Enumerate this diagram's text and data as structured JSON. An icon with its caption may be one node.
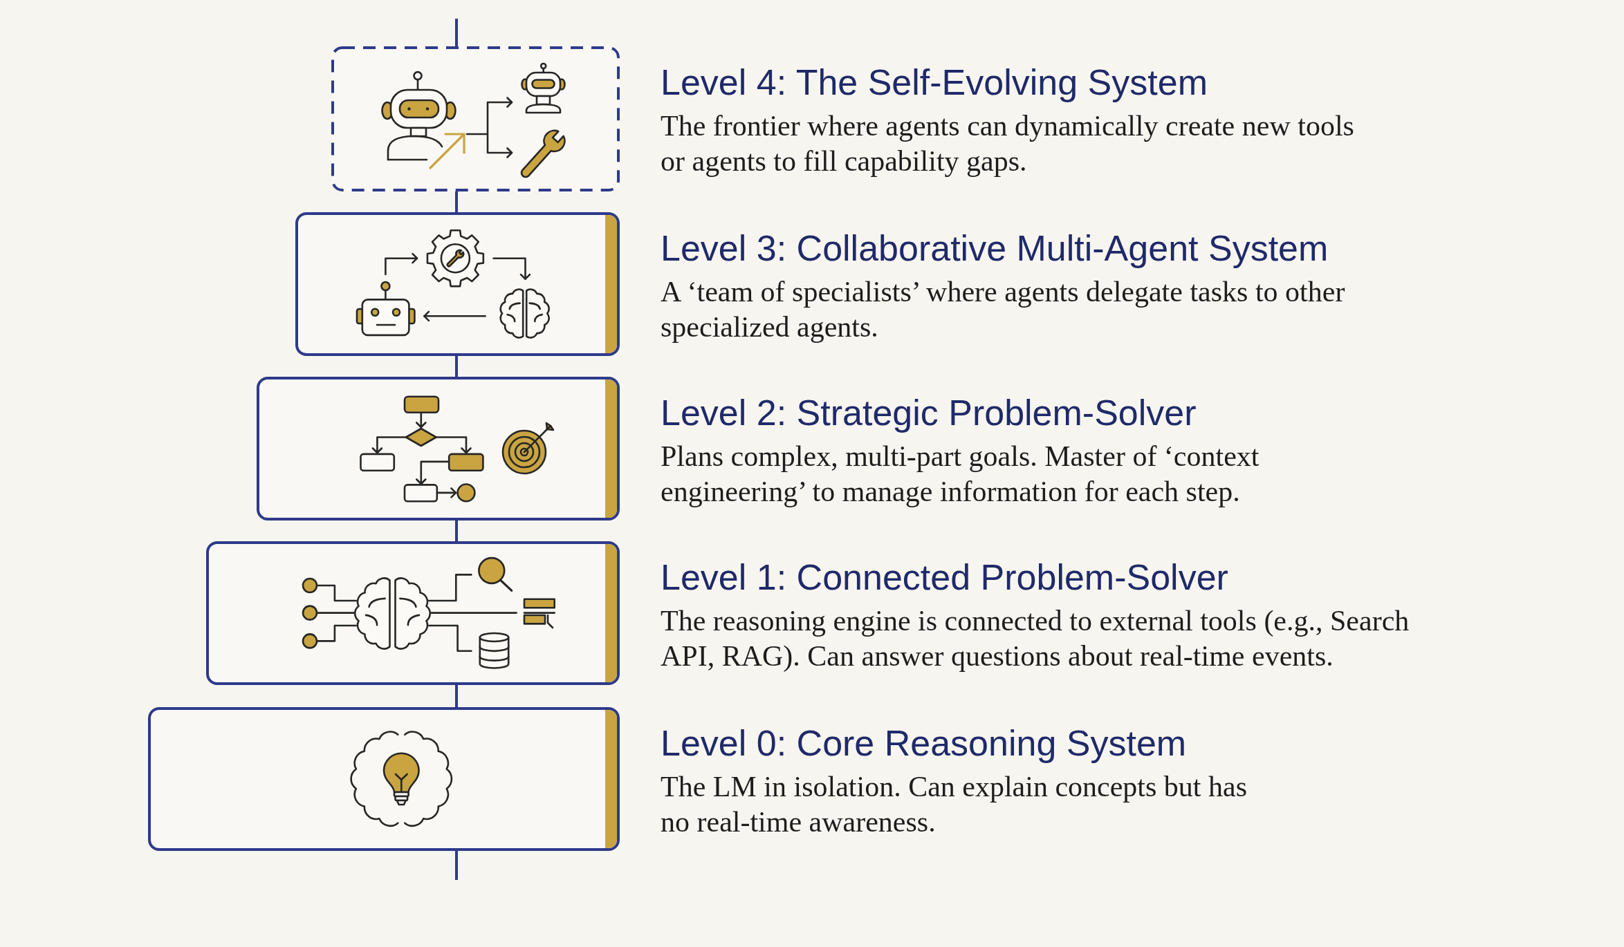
{
  "diagram": {
    "nodes": [
      {
        "text": [
          "Level 4: The Self-Evolving System",
          "The frontier where agents can dynamically create new tools or agents to fill capability gaps."
        ]
      },
      {
        "text": [
          "Level 3: Collaborative Multi-Agent System",
          "A ‘team of specialists’ where agents delegate tasks to other specialized agents."
        ]
      },
      {
        "text": [
          "Level 2: Strategic Problem-Solver",
          "Plans complex, multi-part goals. Master of ‘context engineering’ to manage information for each step."
        ]
      },
      {
        "text": [
          "Level 1: Connected Problem-Solver",
          "The reasoning engine is connected to external tools (e.g., Search API, RAG). Can answer questions about real-time events."
        ]
      },
      {
        "text": [
          "Level 0: Core Reasoning System",
          "The LM in isolation. Can explain concepts but has no real-time awareness."
        ]
      }
    ],
    "edges": [
      {
        "from": null,
        "to": 0,
        "arrow": "none"
      },
      {
        "from": 0,
        "to": 1,
        "arrow": "none"
      },
      {
        "from": 1,
        "to": 2,
        "arrow": "none"
      },
      {
        "from": 2,
        "to": 3,
        "arrow": "none"
      },
      {
        "from": 3,
        "to": 4,
        "arrow": "none"
      },
      {
        "from": 4,
        "to": null,
        "arrow": "none"
      }
    ]
  }
}
